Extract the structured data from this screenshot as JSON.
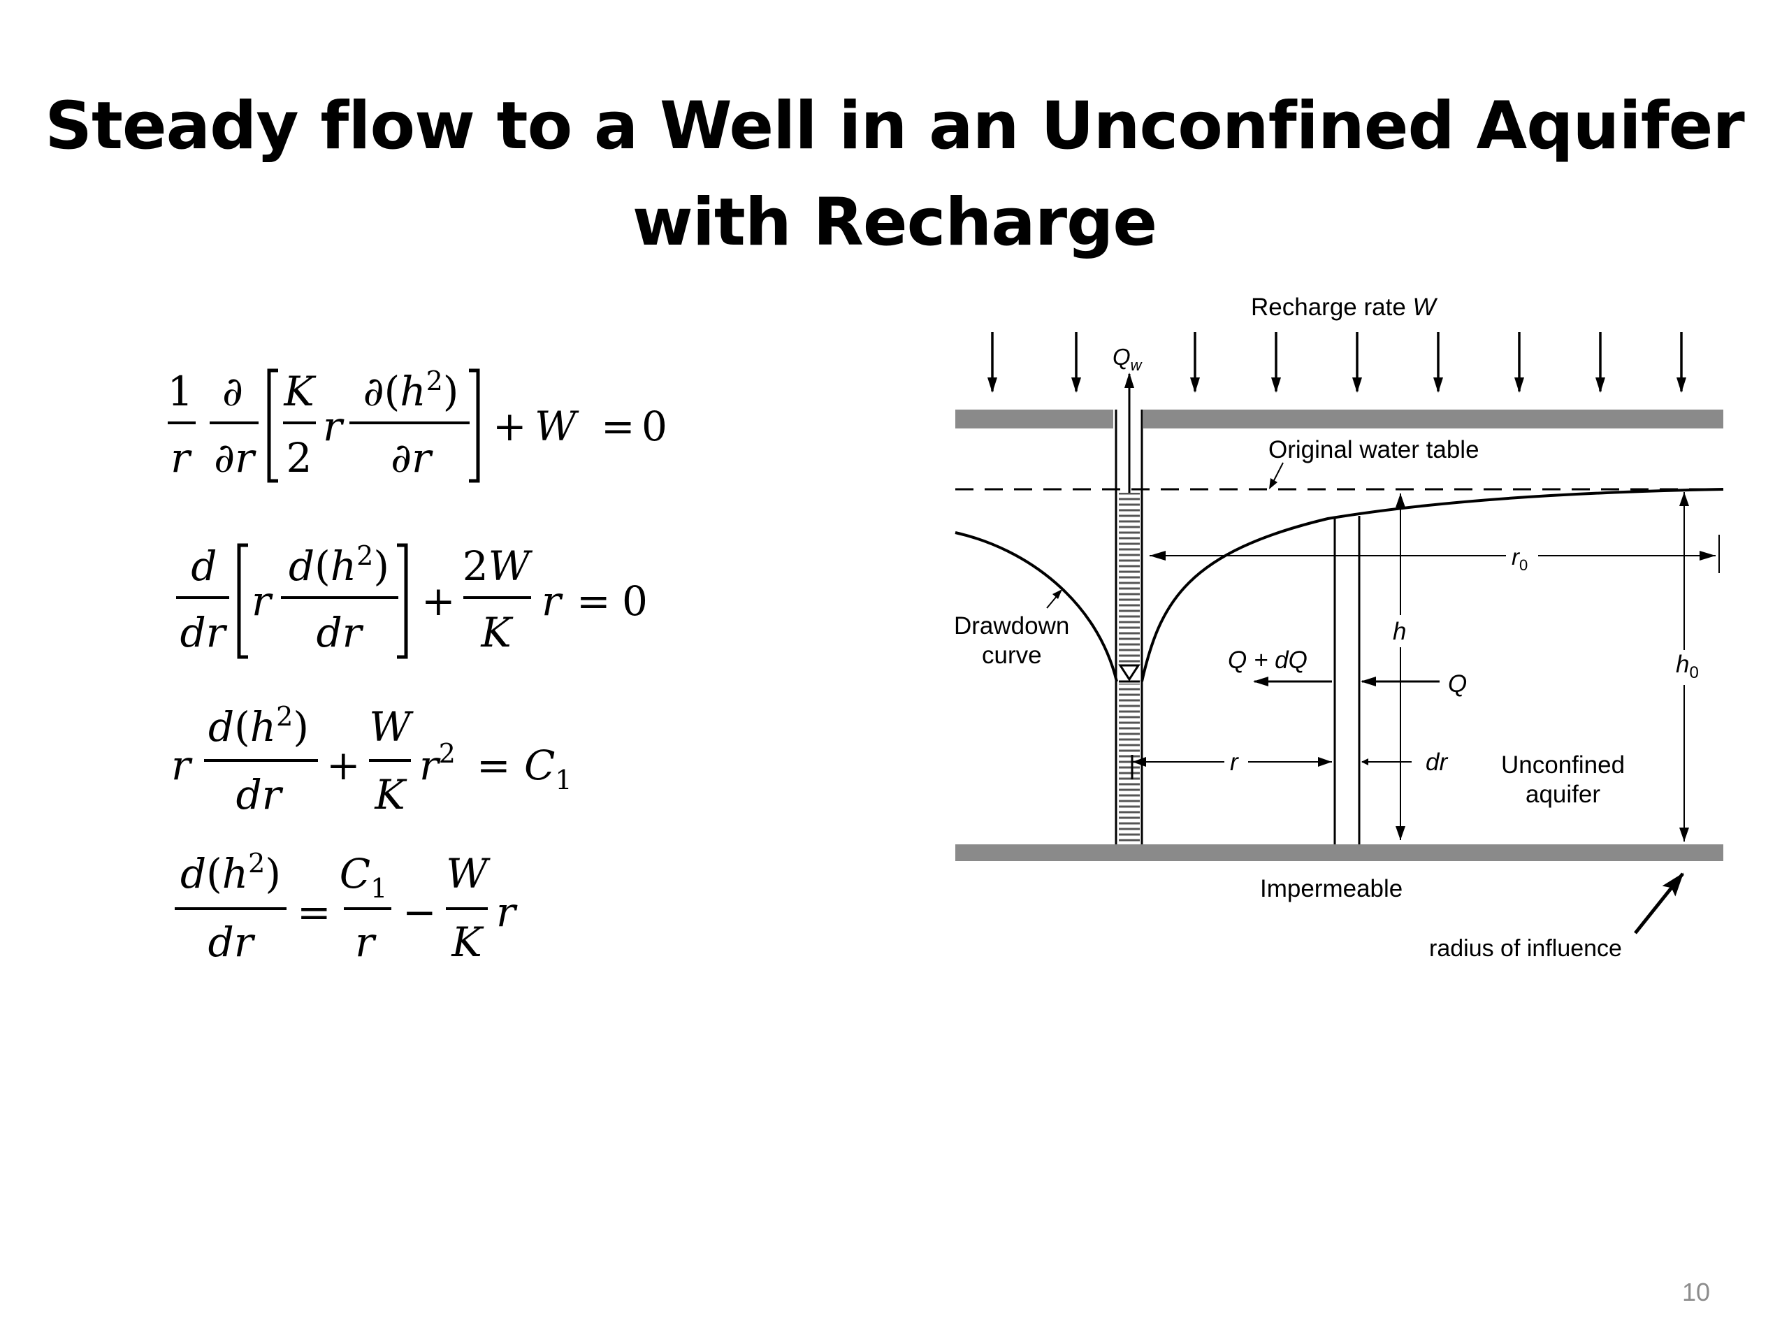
{
  "slide": {
    "title_line1": "Steady flow to a Well in an Unconfined Aquifer",
    "title_line2": "with Recharge",
    "page_number": "10"
  },
  "diagram": {
    "recharge_label": "Recharge rate ",
    "recharge_symbol": "W",
    "well_discharge_symbol": "Q",
    "well_discharge_subscript": "w",
    "original_water_table": "Original water table",
    "drawdown_line1": "Drawdown",
    "drawdown_line2": "curve",
    "r0_symbol": "r",
    "r0_subscript": "0",
    "h_symbol": "h",
    "h0_symbol": "h",
    "h0_subscript": "0",
    "q_plus_dq": "Q + dQ",
    "q": "Q",
    "r": "r",
    "dr": "dr",
    "unconfined_line1": "Unconfined",
    "unconfined_line2": "aquifer",
    "impermeable": "Impermeable",
    "radius_of_influence": "radius of influence"
  },
  "colors": {
    "confining_layer": "#8a8a8a",
    "page_number": "#8c8c8c"
  }
}
